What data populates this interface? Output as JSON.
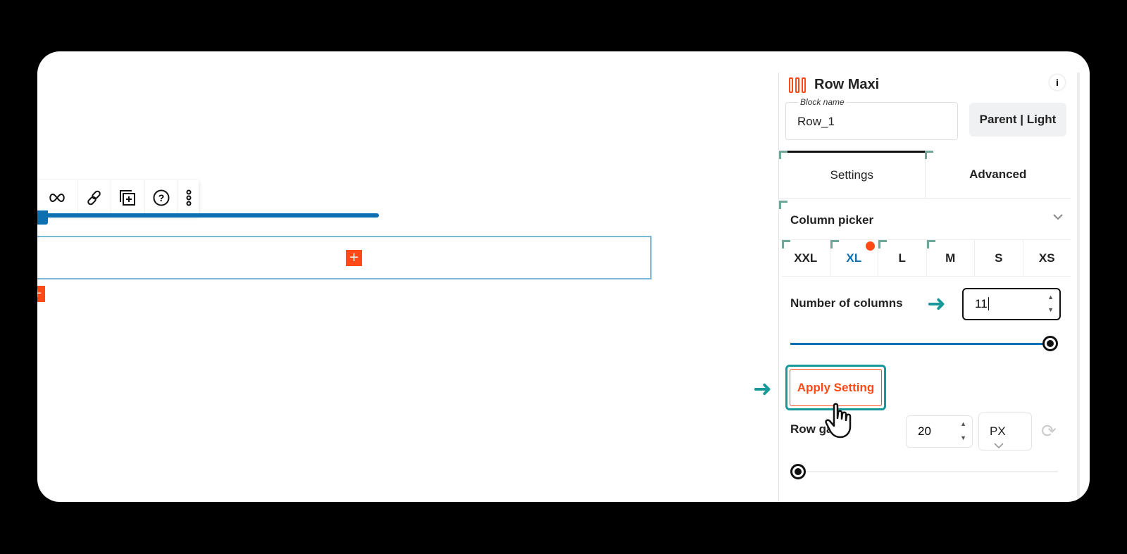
{
  "toolbar": {
    "icons": [
      "infinity-icon",
      "link-icon",
      "add-block-icon",
      "help-icon",
      "more-options-icon"
    ]
  },
  "canvas": {
    "add_block_label": "+",
    "add_block_label_2": "+"
  },
  "panel": {
    "block_title": "Row Maxi",
    "info_label": "i",
    "block_name_label": "Block name",
    "block_name_value": "Row_1",
    "parent_button": "Parent | Light",
    "tabs": [
      {
        "label": "Settings",
        "active": true
      },
      {
        "label": "Advanced",
        "active": false
      }
    ],
    "section_title": "Column picker",
    "breakpoints": [
      {
        "label": "XXL"
      },
      {
        "label": "XL",
        "active": true
      },
      {
        "label": "L"
      },
      {
        "label": "M"
      },
      {
        "label": "S"
      },
      {
        "label": "XS"
      }
    ],
    "columns_label": "Number of columns",
    "columns_value": "11",
    "apply_button": "Apply Setting",
    "row_gap_label": "Row gap",
    "row_gap_value": "20",
    "row_gap_unit": "PX"
  },
  "colors": {
    "accent": "#ff4a17",
    "blue": "#0b6fb0",
    "highlight": "#17999a"
  }
}
